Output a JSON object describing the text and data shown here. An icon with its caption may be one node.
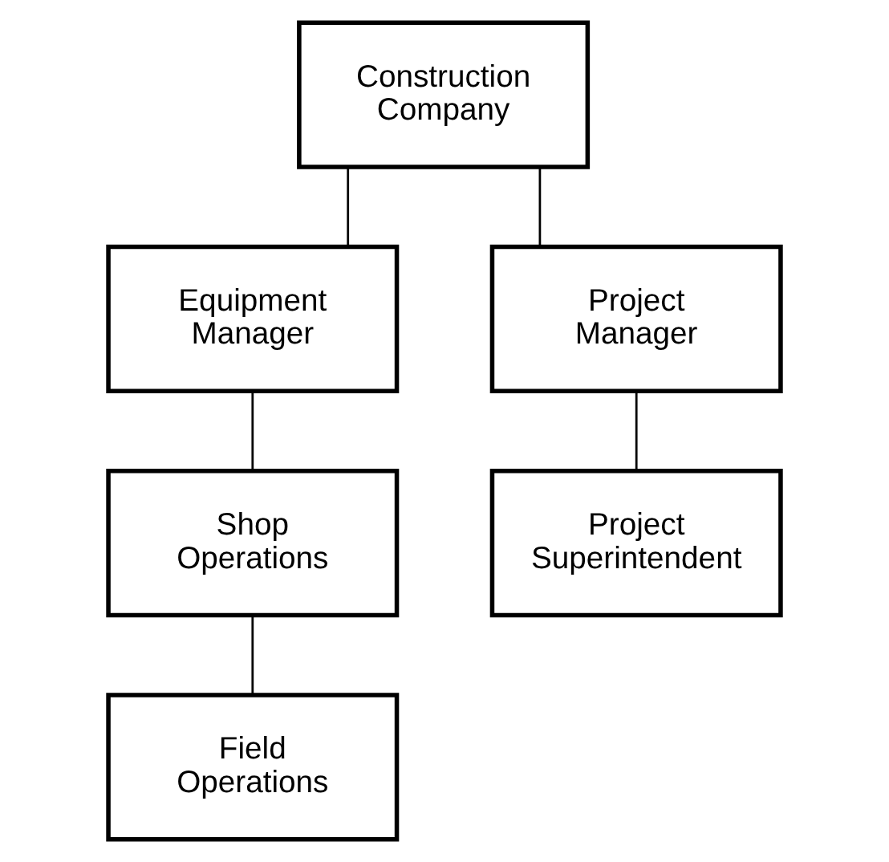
{
  "diagram": {
    "nodes": [
      {
        "text": [
          "Construction Company"
        ]
      },
      {
        "text": [
          "Equipment Manager"
        ]
      },
      {
        "text": [
          "Project Manager"
        ]
      },
      {
        "text": [
          "Shop Operations"
        ]
      },
      {
        "text": [
          "Project Superintendent"
        ]
      },
      {
        "text": [
          "Field Operations"
        ]
      }
    ],
    "edges": [
      {
        "from": 0,
        "to": 1,
        "arrow": "none"
      },
      {
        "from": 0,
        "to": 2,
        "arrow": "none"
      },
      {
        "from": 1,
        "to": 3,
        "arrow": "none"
      },
      {
        "from": 2,
        "to": 4,
        "arrow": "none"
      },
      {
        "from": 3,
        "to": 5,
        "arrow": "none"
      }
    ]
  }
}
